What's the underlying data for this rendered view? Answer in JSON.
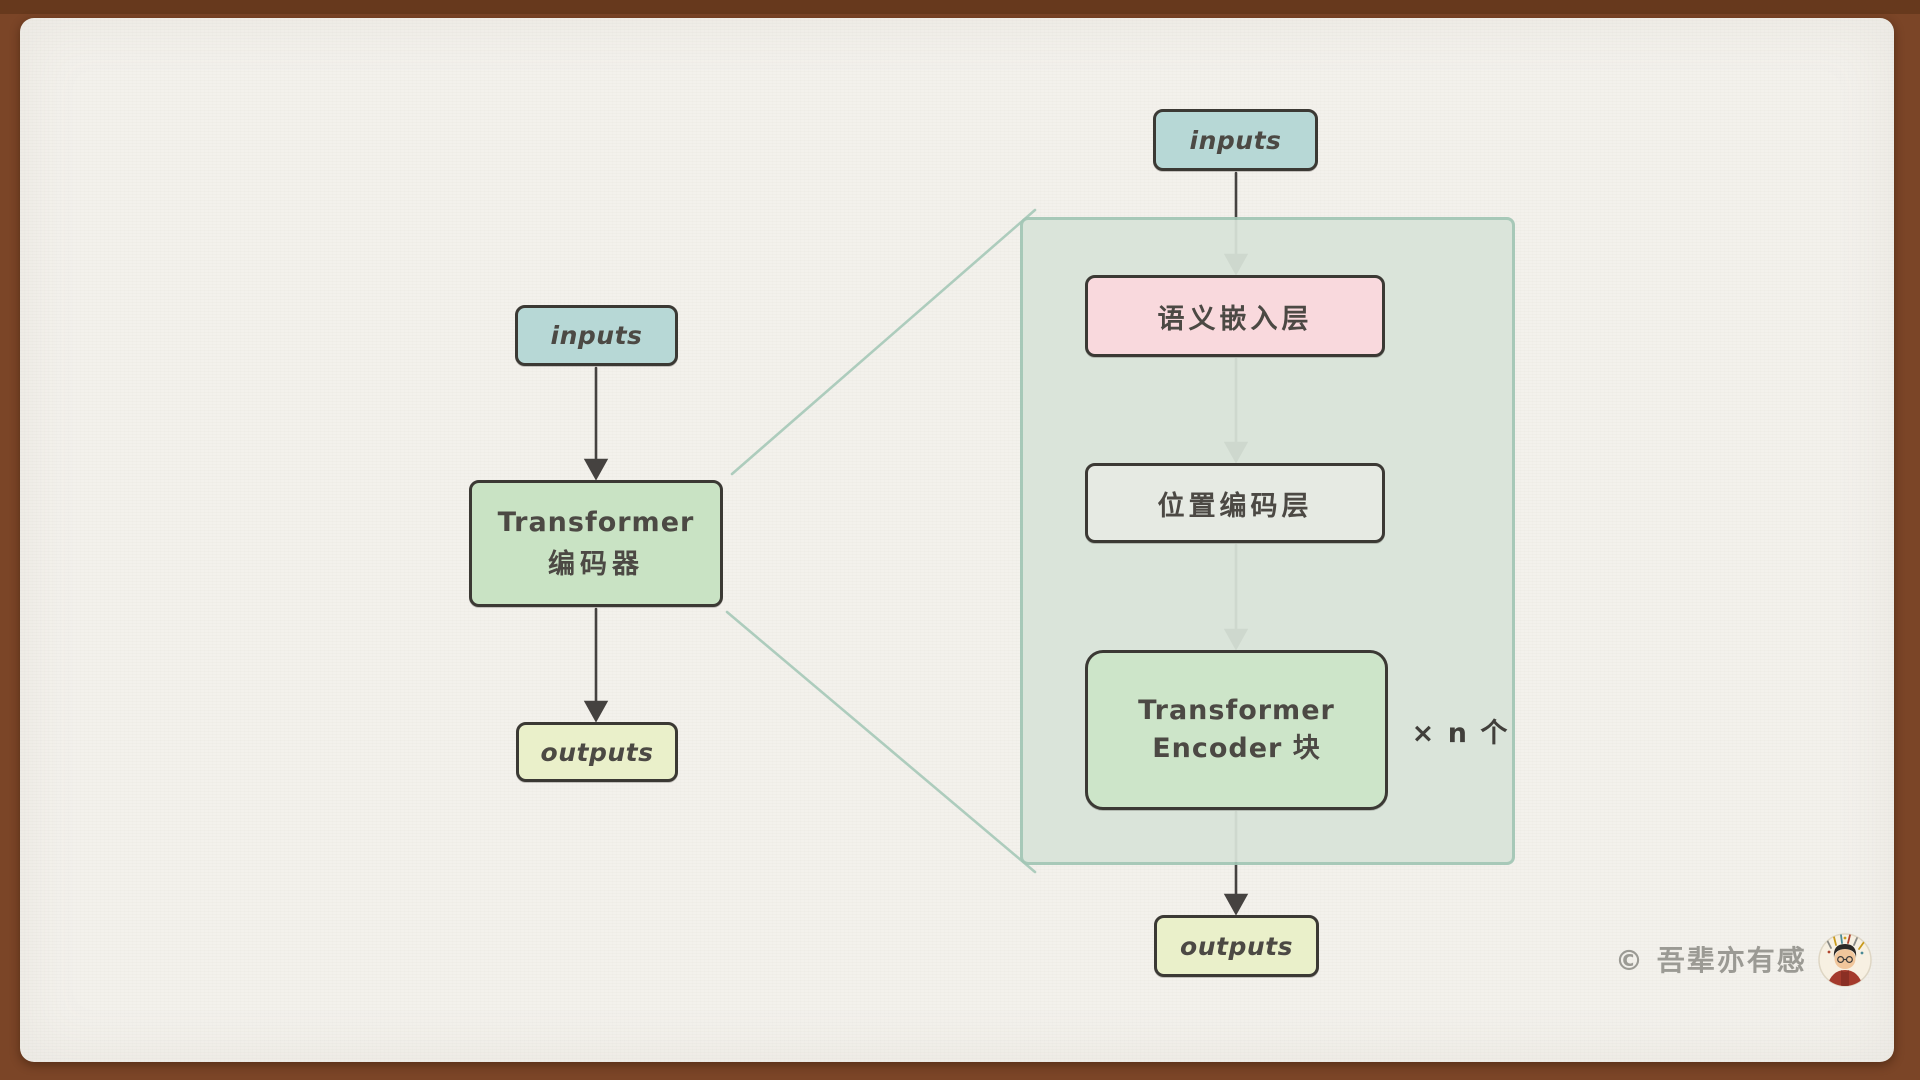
{
  "diagram": {
    "left_flow": {
      "inputs_label": "inputs",
      "encoder_line1": "Transformer",
      "encoder_line2": "编码器",
      "outputs_label": "outputs"
    },
    "right_flow": {
      "inputs_label": "inputs",
      "embedding_label": "语义嵌入层",
      "positional_label": "位置编码层",
      "encoder_block_label": "Transformer Encoder 块",
      "repeat_label": "× n 个",
      "outputs_label": "outputs"
    },
    "colors": {
      "frame": "#7b4527",
      "paper": "#f3f1ec",
      "inputs_fill": "#b7d8d6",
      "encoder_fill": "#c9e3c4",
      "outputs_fill": "#eaf0ca",
      "embedding_fill": "#f9d9dd",
      "positional_fill": "#e6eae3",
      "encblock_fill": "#cde5c9",
      "panel_fill": "#d9e4d9",
      "panel_border": "#a2c6b5",
      "box_border": "#3b3934",
      "text": "#4c4944",
      "arrow": "#454240",
      "expansion_line": "#a6c9b8",
      "copyright": "#9b9a94"
    },
    "footer": {
      "copyright": "© 吾辈亦有感",
      "avatar_name": "author-avatar"
    }
  }
}
